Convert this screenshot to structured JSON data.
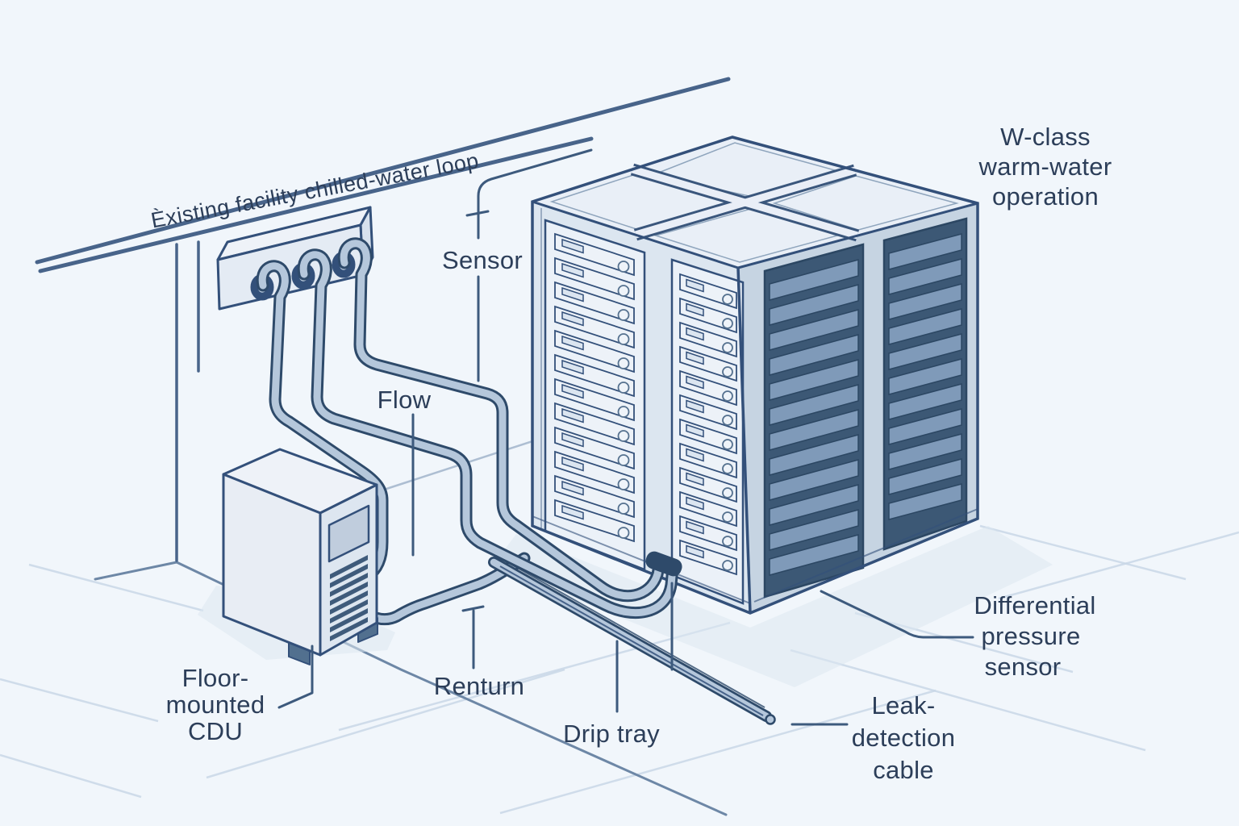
{
  "illustration": {
    "title_context": "Data-center warm-water liquid cooling installation diagram",
    "labels": {
      "chilled_loop": "Èxisting facility chilled-water loop",
      "sensor": "Sensor",
      "flow": "Flow",
      "return_pipe": "Renturn",
      "cdu": [
        "Floor-",
        "mounted",
        "CDU"
      ],
      "drip_tray": "Drip tray",
      "leak_cable": [
        "Leak-",
        "detection",
        "cable"
      ],
      "pressure_sensor": [
        "Differential",
        "pressure",
        "sensor"
      ],
      "w_class": [
        "W-class",
        "warm-water",
        "operation"
      ]
    },
    "colors": {
      "background": "#f1f6fb",
      "ink": "#33507a",
      "text": "#2c3e59",
      "leader": "#3d5a7d",
      "wall_line": "#48648a",
      "pipe_fill": "#b5c7db",
      "pipe_outline": "#2e4a6a",
      "rack_face": "#e9eff7",
      "rack_front": "#dce6f0",
      "rack_side": "#c6d4e2",
      "side_panel": "#3c5875",
      "side_slat": "#7f9ab9",
      "door_fill": "#ebf1f8",
      "cdu_face": "#e8edf4",
      "floor_grid": "#c9d7e6",
      "shadow": "#dde7f1"
    }
  }
}
